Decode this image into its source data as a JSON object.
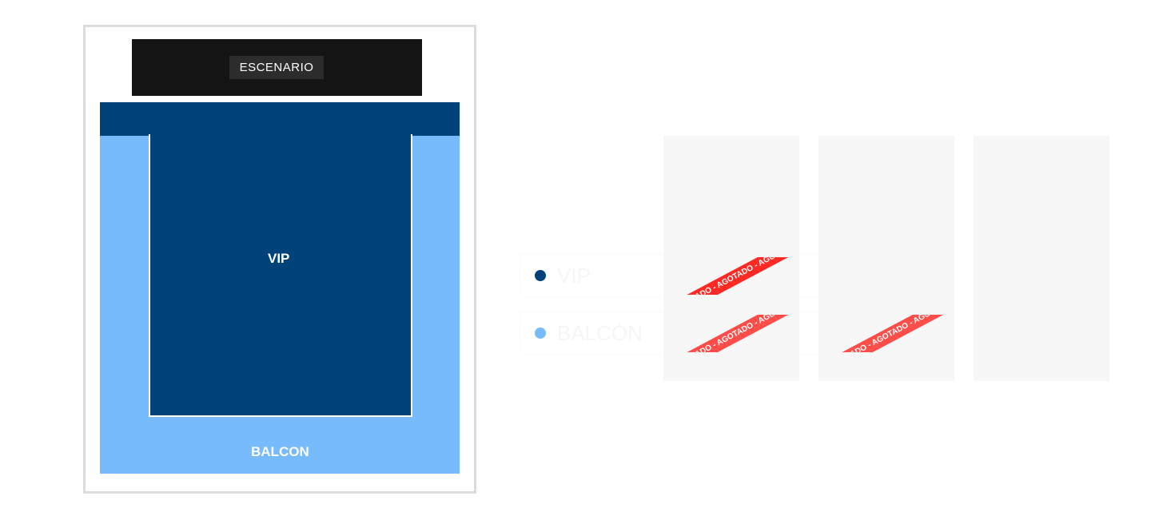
{
  "map": {
    "stage": "ESCENARIO",
    "vip": "VIP",
    "balcon": "BALCON"
  },
  "legend": [
    {
      "label": "VIP",
      "color": "#00427a"
    },
    {
      "label": "BALCÓN",
      "color": "#78bbfd"
    }
  ],
  "sold_out": "AGOTADO - AGOTADO - AGOTADO"
}
